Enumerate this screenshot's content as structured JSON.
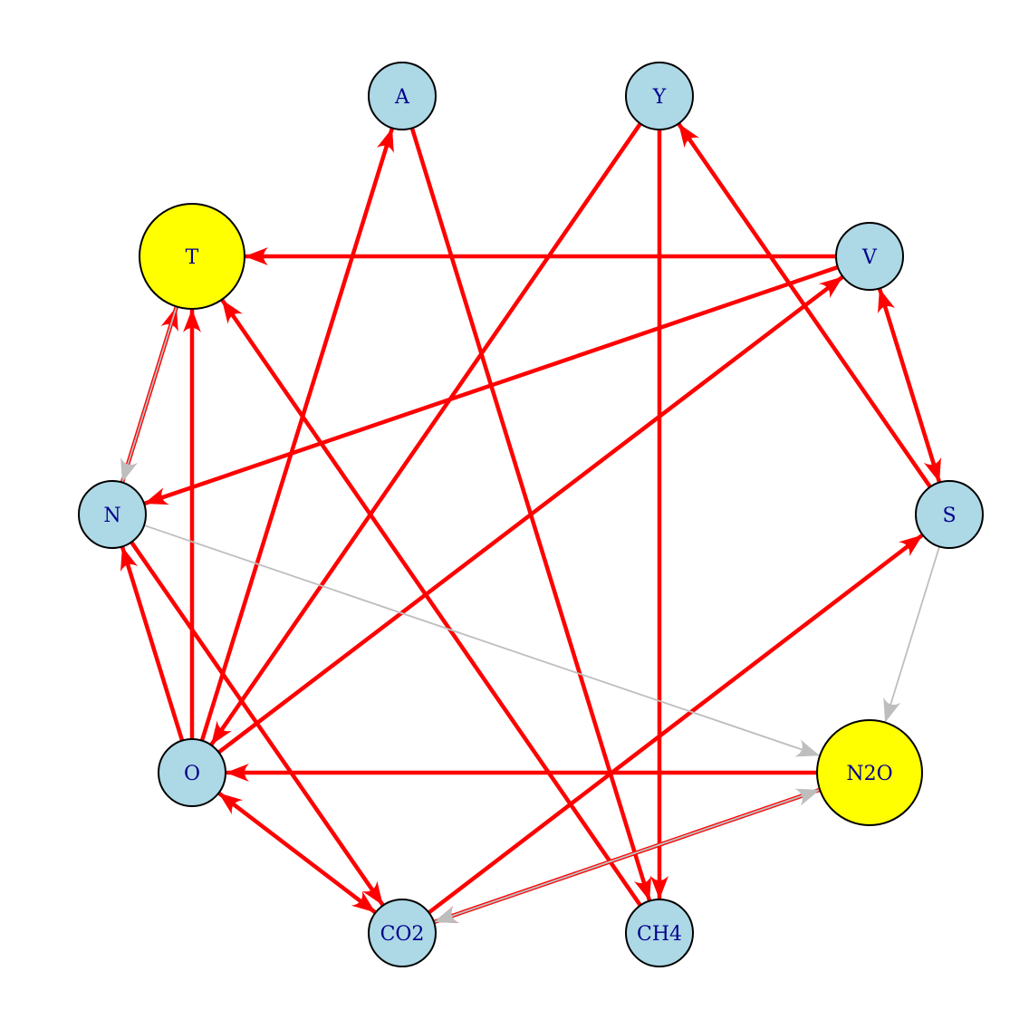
{
  "nodes": [
    {
      "id": "A",
      "label": "A",
      "fill": "#add8e6",
      "size": "small"
    },
    {
      "id": "Y",
      "label": "Y",
      "fill": "#add8e6",
      "size": "small"
    },
    {
      "id": "T",
      "label": "T",
      "fill": "#ffff00",
      "size": "large"
    },
    {
      "id": "V",
      "label": "V",
      "fill": "#add8e6",
      "size": "small"
    },
    {
      "id": "N",
      "label": "N",
      "fill": "#add8e6",
      "size": "small"
    },
    {
      "id": "S",
      "label": "S",
      "fill": "#add8e6",
      "size": "small"
    },
    {
      "id": "O",
      "label": "O",
      "fill": "#add8e6",
      "size": "small"
    },
    {
      "id": "N2O",
      "label": "N2O",
      "fill": "#ffff00",
      "size": "large"
    },
    {
      "id": "CO2",
      "label": "CO2",
      "fill": "#add8e6",
      "size": "small"
    },
    {
      "id": "CH4",
      "label": "CH4",
      "fill": "#add8e6",
      "size": "small"
    }
  ],
  "edges": [
    {
      "from": "V",
      "to": "T",
      "color": "red",
      "bidirectional": false
    },
    {
      "from": "N",
      "to": "T",
      "color": "red",
      "bidirectional": false
    },
    {
      "from": "O",
      "to": "T",
      "color": "red",
      "bidirectional": false
    },
    {
      "from": "CH4",
      "to": "T",
      "color": "red",
      "bidirectional": false
    },
    {
      "from": "O",
      "to": "A",
      "color": "red",
      "bidirectional": false
    },
    {
      "from": "A",
      "to": "CH4",
      "color": "red",
      "bidirectional": false
    },
    {
      "from": "Y",
      "to": "O",
      "color": "red",
      "bidirectional": false
    },
    {
      "from": "Y",
      "to": "CH4",
      "color": "red",
      "bidirectional": false
    },
    {
      "from": "S",
      "to": "Y",
      "color": "red",
      "bidirectional": false
    },
    {
      "from": "V",
      "to": "S",
      "color": "red",
      "bidirectional": true
    },
    {
      "from": "V",
      "to": "N",
      "color": "red",
      "bidirectional": false
    },
    {
      "from": "O",
      "to": "V",
      "color": "red",
      "bidirectional": false
    },
    {
      "from": "O",
      "to": "N",
      "color": "red",
      "bidirectional": false
    },
    {
      "from": "N",
      "to": "CO2",
      "color": "red",
      "bidirectional": false
    },
    {
      "from": "O",
      "to": "CO2",
      "color": "red",
      "bidirectional": true
    },
    {
      "from": "N2O",
      "to": "O",
      "color": "red",
      "bidirectional": false
    },
    {
      "from": "N2O",
      "to": "CO2",
      "color": "red",
      "bidirectional": false
    },
    {
      "from": "CO2",
      "to": "S",
      "color": "red",
      "bidirectional": false
    },
    {
      "from": "T",
      "to": "N",
      "color": "grey",
      "bidirectional": false
    },
    {
      "from": "N",
      "to": "N2O",
      "color": "grey",
      "bidirectional": false
    },
    {
      "from": "S",
      "to": "N2O",
      "color": "grey",
      "bidirectional": false
    },
    {
      "from": "CO2",
      "to": "N2O",
      "color": "grey",
      "bidirectional": false
    },
    {
      "from": "N2O",
      "to": "CO2",
      "color": "grey",
      "bidirectional": false
    }
  ],
  "colors": {
    "red": "#ff0000",
    "grey": "#bebebe",
    "node_border": "#000000",
    "label": "#00008b"
  }
}
